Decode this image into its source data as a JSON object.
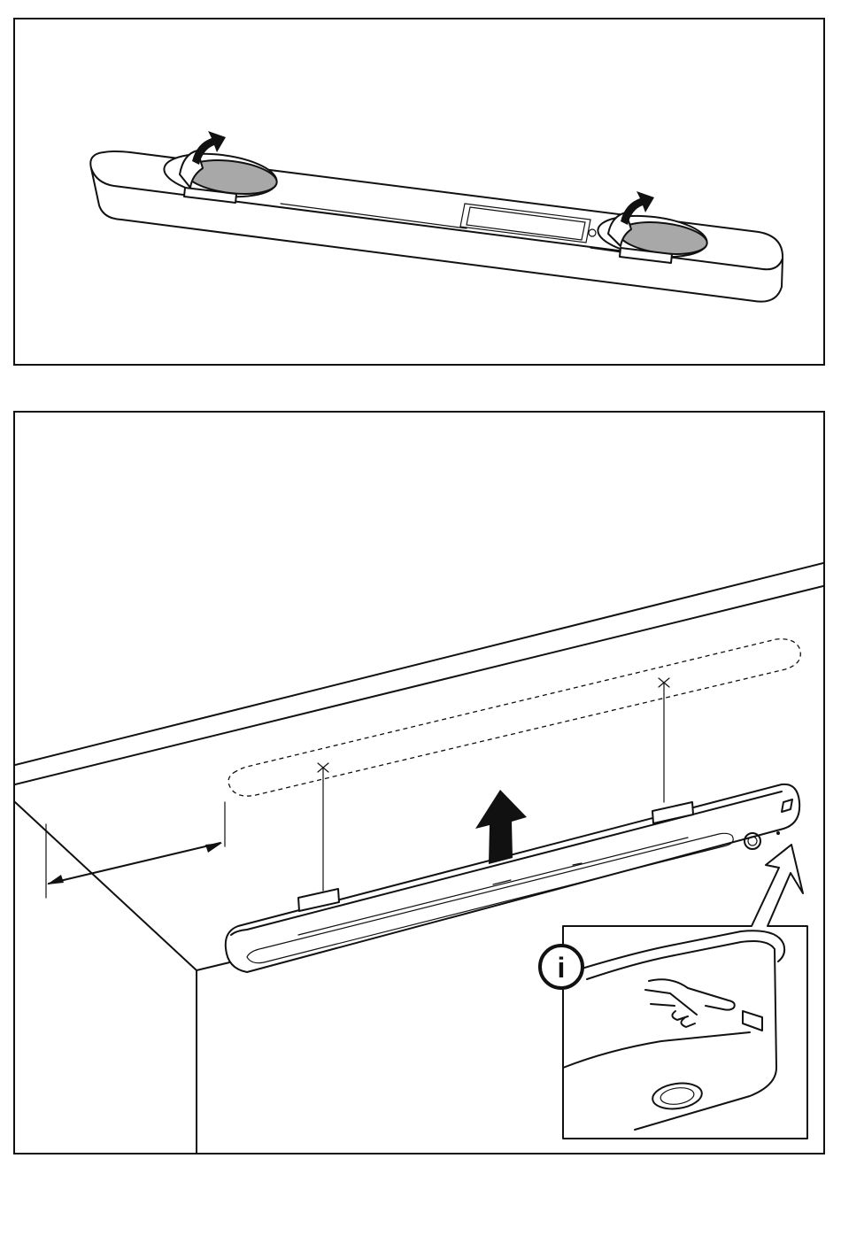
{
  "figure": {
    "panels": [
      {
        "id": "panel-1",
        "subject": "soundbar-underside-adhesive-pads"
      },
      {
        "id": "panel-2",
        "subject": "soundbar-mounting-under-tv-edge"
      }
    ],
    "icons": {
      "peel_arrow": "curved-arrow-icon",
      "lift_arrow": "up-arrow-icon",
      "info": "info-icon",
      "pointer": "pointing-hand-icon"
    },
    "info_symbol": "i",
    "colors": {
      "line": "#111111",
      "pad": "#a8a8a8",
      "background": "#ffffff"
    }
  }
}
